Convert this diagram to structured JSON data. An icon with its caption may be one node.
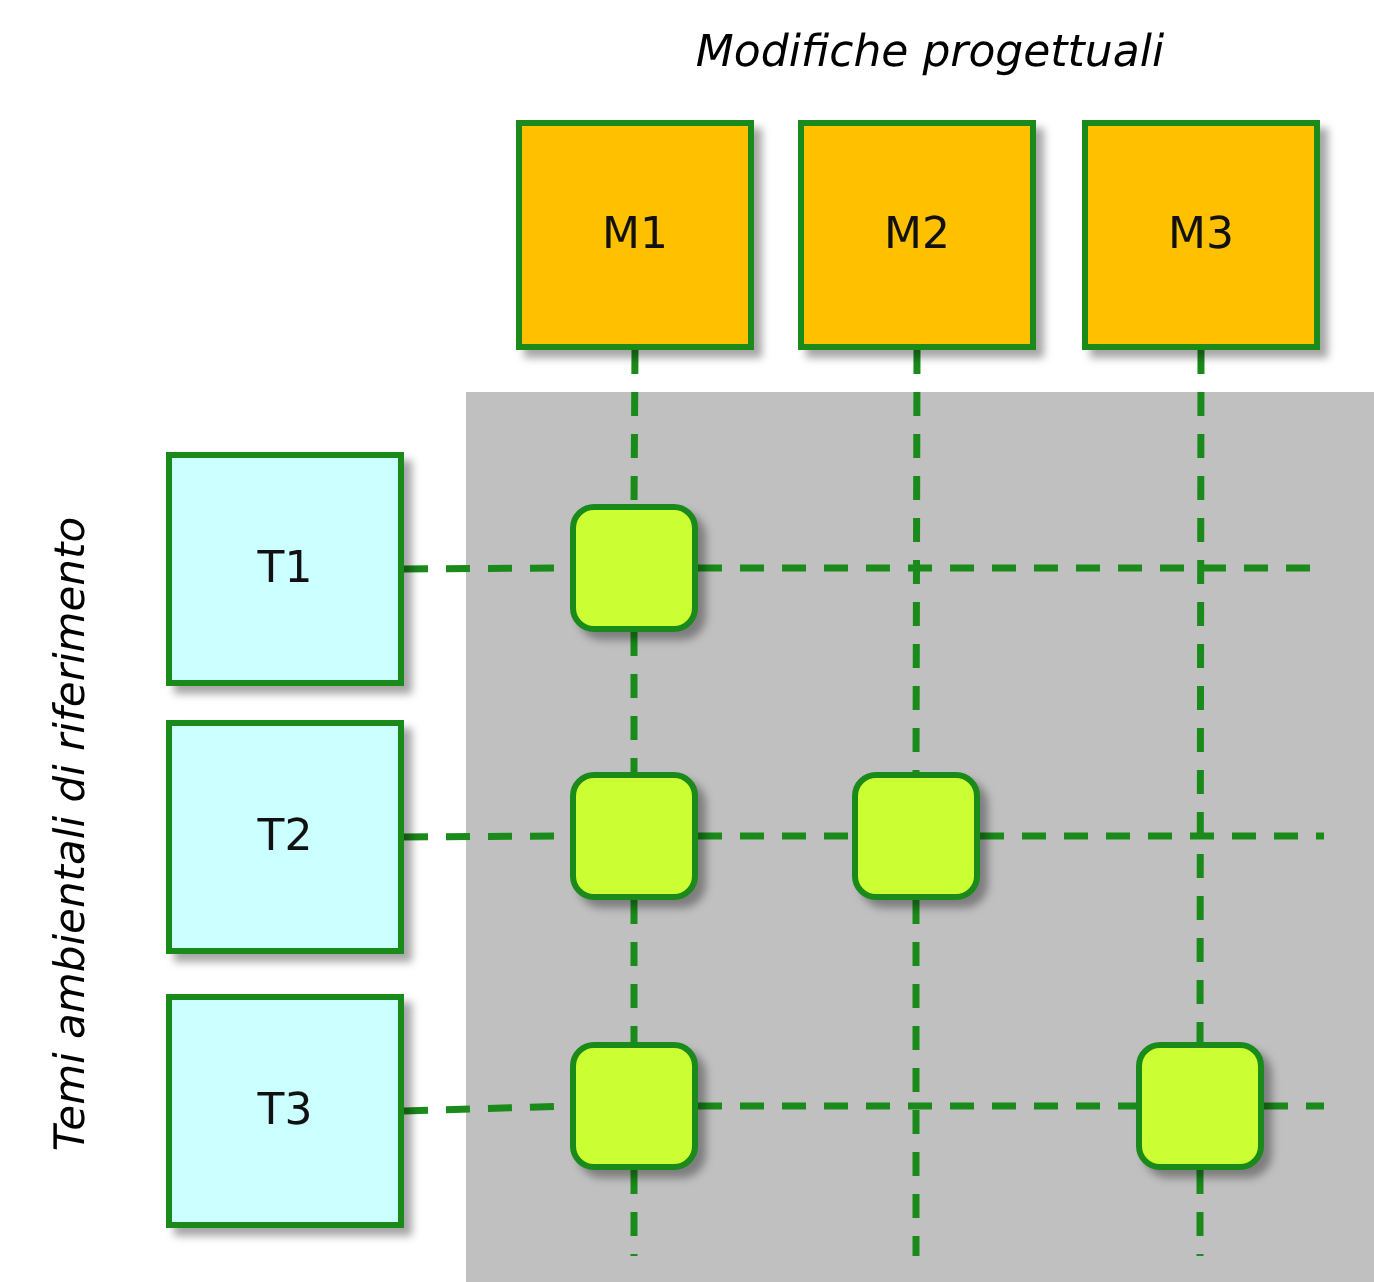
{
  "diagram": {
    "title": "Modifiche progettuali",
    "nodes": [
      {
        "text": [
          "M1"
        ]
      },
      {
        "text": [
          "M2"
        ]
      },
      {
        "text": [
          "M3"
        ]
      },
      {
        "text": [
          "T1"
        ]
      },
      {
        "text": [],
        "shape": "box"
      },
      {
        "text": [
          "T2"
        ]
      },
      {
        "text": [],
        "shape": "box"
      },
      {
        "text": [],
        "shape": "box"
      },
      {
        "text": [
          "T3"
        ]
      },
      {
        "text": [],
        "shape": "box"
      },
      {
        "text": [],
        "shape": "box"
      }
    ],
    "edges": [
      {
        "from": 0,
        "to": 4,
        "arrow": "none",
        "style": "dashed"
      },
      {
        "from": 4,
        "to": 6,
        "arrow": "none",
        "style": "dashed"
      },
      {
        "from": 6,
        "to": 9,
        "arrow": "none",
        "style": "dashed"
      },
      {
        "from": 9,
        "to": null,
        "arrow": "none",
        "style": "dashed"
      },
      {
        "from": 1,
        "to": 7,
        "arrow": "none",
        "style": "dashed"
      },
      {
        "from": 7,
        "to": null,
        "arrow": "none",
        "style": "dashed"
      },
      {
        "from": 2,
        "to": 10,
        "arrow": "none",
        "style": "dashed"
      },
      {
        "from": 10,
        "to": null,
        "arrow": "none",
        "style": "dashed"
      },
      {
        "from": 3,
        "to": 4,
        "arrow": "none",
        "style": "dashed"
      },
      {
        "from": 4,
        "to": null,
        "arrow": "none",
        "style": "dashed"
      },
      {
        "from": 5,
        "to": 6,
        "arrow": "none",
        "style": "dashed"
      },
      {
        "from": 6,
        "to": 7,
        "arrow": "none",
        "style": "dashed"
      },
      {
        "from": 7,
        "to": null,
        "arrow": "none",
        "style": "dashed"
      },
      {
        "from": 8,
        "to": 9,
        "arrow": "none",
        "style": "dashed"
      },
      {
        "from": 9,
        "to": 10,
        "arrow": "none",
        "style": "dashed"
      },
      {
        "from": 10,
        "to": null,
        "arrow": "none",
        "style": "dashed"
      }
    ],
    "labels": [
      "Temi ambientali di riferimento"
    ]
  }
}
